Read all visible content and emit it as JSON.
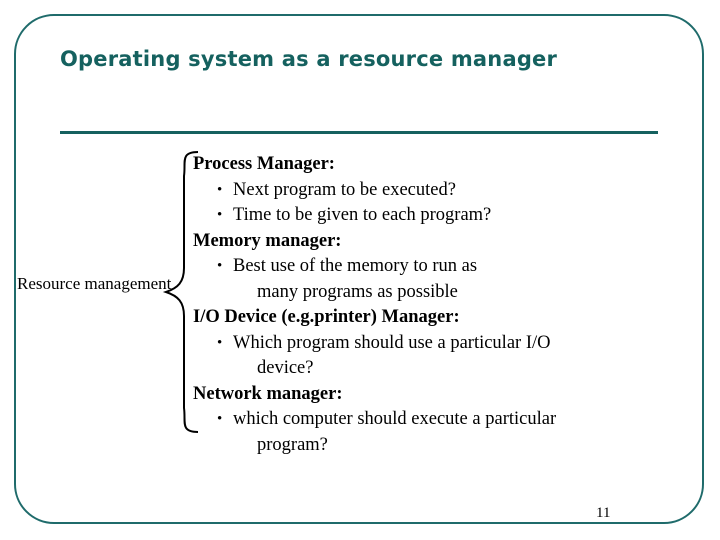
{
  "slide": {
    "title": "Operating system as a  resource manager",
    "left_label": "Resource management",
    "page_number": "11",
    "accent_color": "#15615f",
    "border_color": "#1f6b6b",
    "sections": [
      {
        "heading": "Process Manager:",
        "bullets": [
          {
            "text": "Next program to be executed?",
            "continuation": ""
          },
          {
            "text": "Time to be given to each program?",
            "continuation": ""
          }
        ]
      },
      {
        "heading": "Memory manager:",
        "bullets": [
          {
            "text": "Best use of the memory to run as",
            "continuation": "many programs as possible"
          }
        ]
      },
      {
        "heading": "I/O Device (e.g.printer) Manager:",
        "bullets": [
          {
            "text": "Which program should use a particular I/O",
            "continuation": "device?"
          }
        ]
      },
      {
        "heading": "Network manager:",
        "bullets": [
          {
            "text": "which computer should execute a particular",
            "continuation": "program?"
          }
        ]
      }
    ],
    "bullet_glyph": "•"
  }
}
